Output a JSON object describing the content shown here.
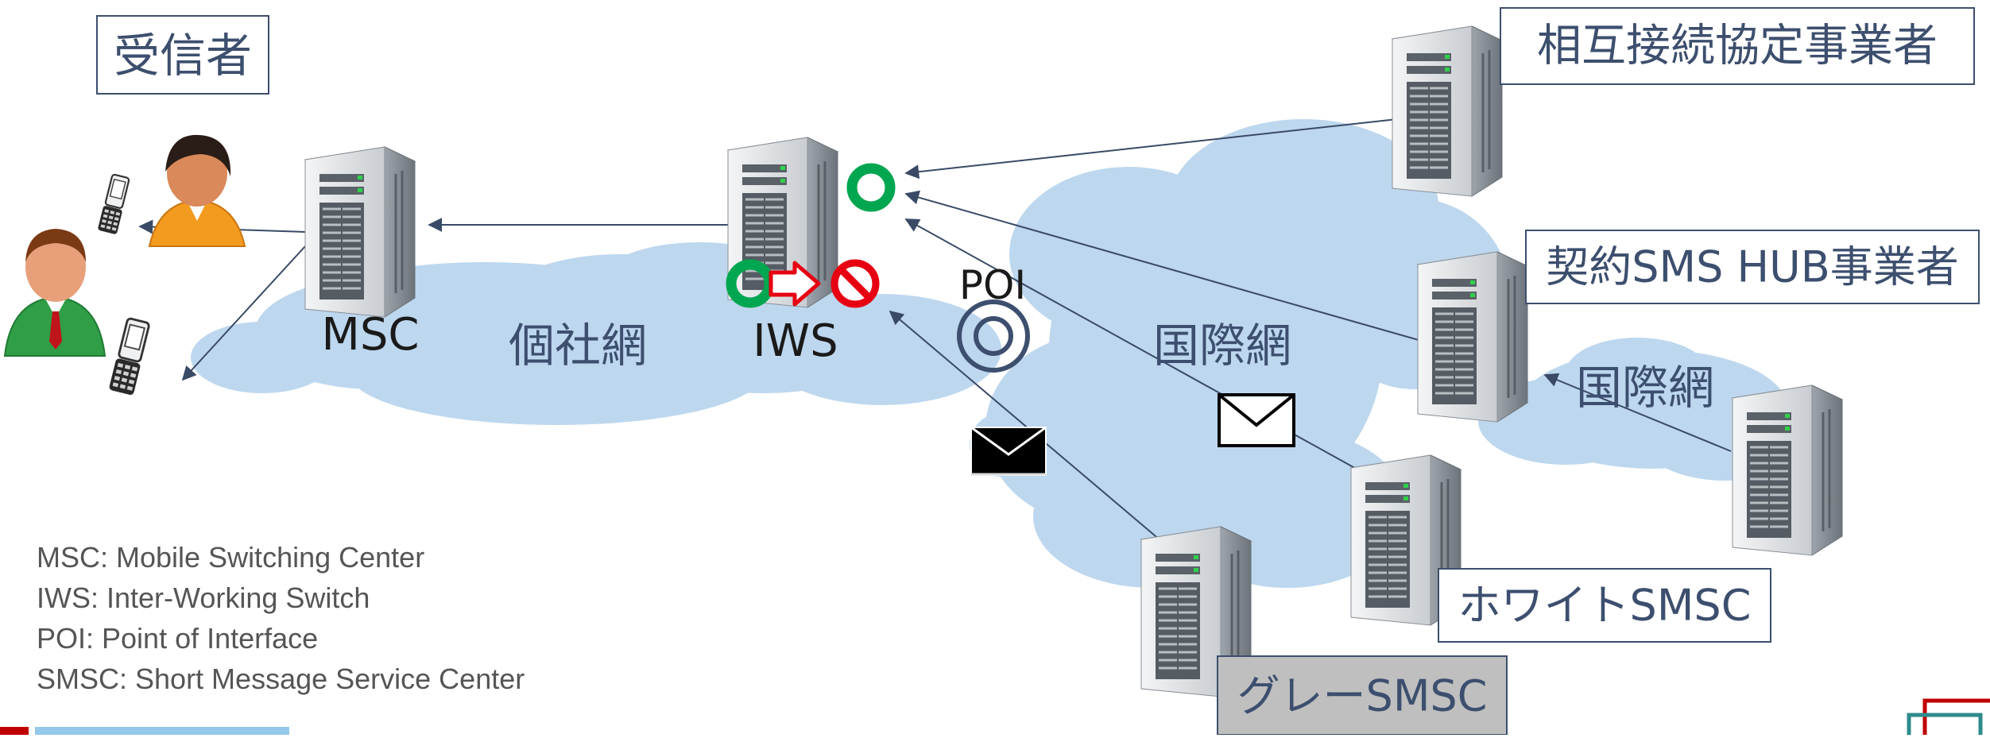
{
  "labels": {
    "receiver": "受信者",
    "interconnect_carrier": "相互接続協定事業者",
    "contract_hub_carrier": "契約SMS HUB事業者",
    "msc": "MSC",
    "private_network": "個社網",
    "iws": "IWS",
    "poi": "POI",
    "international_network": "国際網",
    "international_network_2": "国際網",
    "white_smsc": "ホワイトSMSC",
    "gray_smsc": "グレーSMSC"
  },
  "legend": [
    "MSC: Mobile Switching Center",
    "IWS: Inter-Working Switch",
    "POI: Point of Interface",
    "SMSC: Short Message Service Center"
  ],
  "icons": {
    "allow": "green-circle-icon",
    "block": "no-entry-icon",
    "redirect": "red-arrow-icon",
    "poi": "double-circle-icon",
    "envelope": "envelope-icon",
    "server": "server-tower-icon",
    "person": "person-icon",
    "phone": "mobile-phone-icon"
  },
  "colors": {
    "cloud": "#bdd7ee",
    "allow": "#00a650",
    "block": "#e60012",
    "line": "#3a4a66"
  }
}
